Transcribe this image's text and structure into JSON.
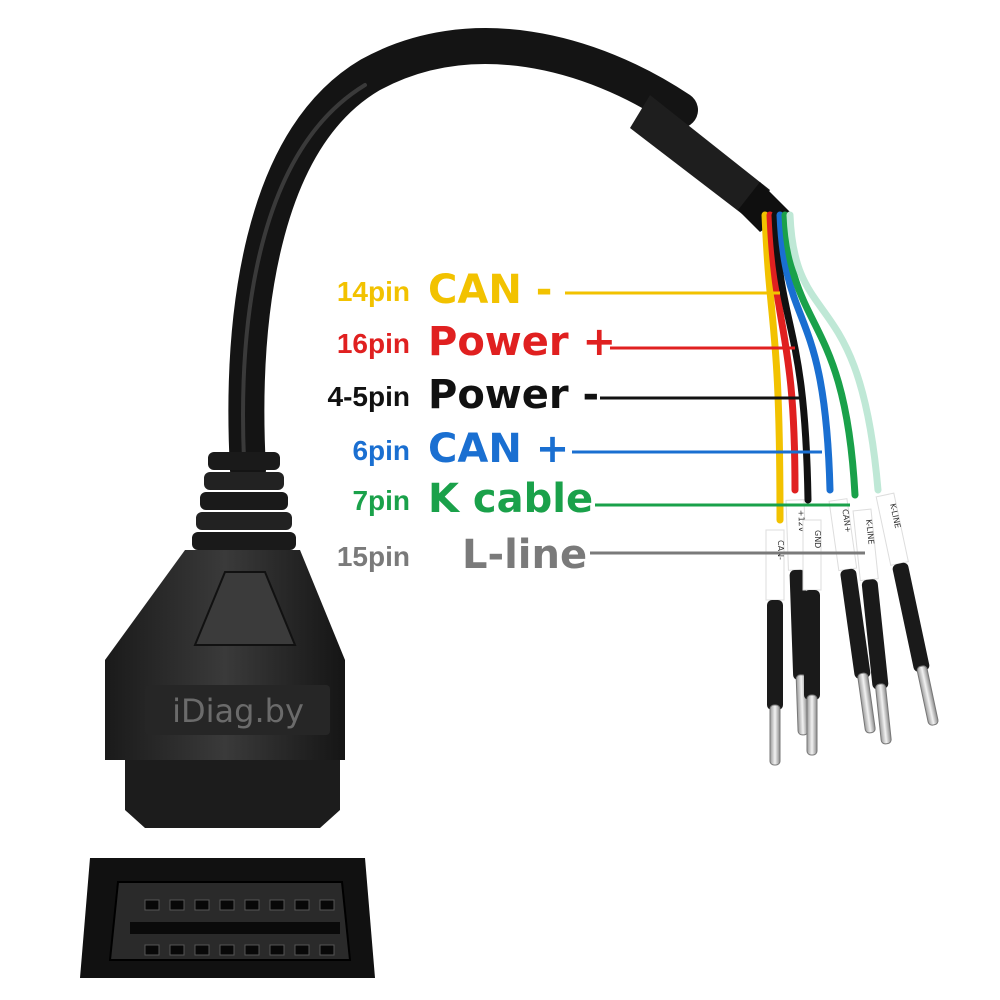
{
  "brand": "iDiag.by",
  "wires": [
    {
      "id": "can-low",
      "pin": "14pin",
      "signal": "CAN -",
      "color": "#f2c200"
    },
    {
      "id": "power-pos",
      "pin": "16pin",
      "signal": "Power +",
      "color": "#e02020"
    },
    {
      "id": "power-neg",
      "pin": "4-5pin",
      "signal": "Power -",
      "color": "#111111"
    },
    {
      "id": "can-high",
      "pin": "6pin",
      "signal": "CAN +",
      "color": "#1a6fd1"
    },
    {
      "id": "k-line",
      "pin": "7pin",
      "signal": "K cable",
      "color": "#1aa14a"
    },
    {
      "id": "l-line",
      "pin": "15pin",
      "signal": "L-line",
      "color": "#7a7a7a"
    }
  ],
  "tags": [
    "CAN-",
    "+12V",
    "GND",
    "CAN+",
    "K-LINE",
    "K-LINE"
  ]
}
